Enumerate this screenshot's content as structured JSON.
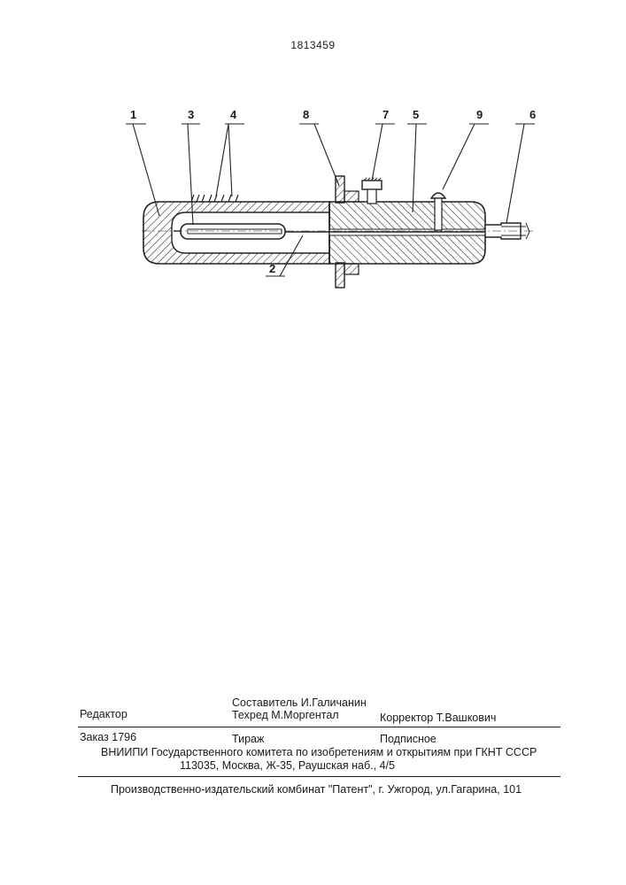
{
  "patent_number": "1813459",
  "figure": {
    "callouts": [
      "1",
      "3",
      "4",
      "8",
      "7",
      "5",
      "9",
      "6",
      "2"
    ]
  },
  "imprint": {
    "compiler": "Составитель  И.Галичанин",
    "editor": "Редактор",
    "techred": "Техред М.Моргентал",
    "corrector": "Корректор  Т.Вашкович",
    "order": "Заказ  1796",
    "circulation": "Тираж",
    "subscription": "Подписное",
    "institute": "ВНИИПИ Государственного комитета по изобретениям и открытиям при ГКНТ СССР",
    "address": "113035, Москва, Ж-35, Раушская наб., 4/5",
    "publisher": "Производственно-издательский комбинат \"Патент\", г. Ужгород, ул.Гагарина, 101"
  }
}
